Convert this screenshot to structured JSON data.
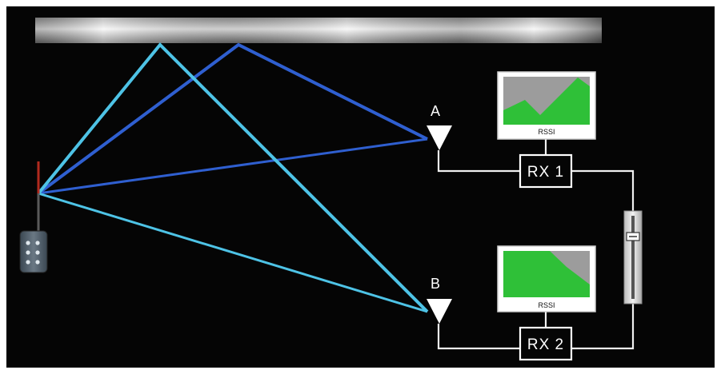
{
  "antennas": {
    "a": {
      "label": "A"
    },
    "b": {
      "label": "B"
    }
  },
  "receivers": [
    {
      "label": "RX 1",
      "rssi_label": "RSSI"
    },
    {
      "label": "RX 2",
      "rssi_label": "RSSI"
    }
  ],
  "colors": {
    "background": "#050505",
    "path_light": "#4ec3e6",
    "path_dark": "#2f5fd0",
    "rssi_signal": "#2fc038",
    "rssi_remainder": "#9c9c9c",
    "wiring": "#f0f0f0"
  },
  "icons": {
    "transmitter": "bodypack-transmitter-icon",
    "antenna": "antenna-icon",
    "ceiling": "reflective-ceiling-bar",
    "switch": "diversity-switch-slider"
  }
}
